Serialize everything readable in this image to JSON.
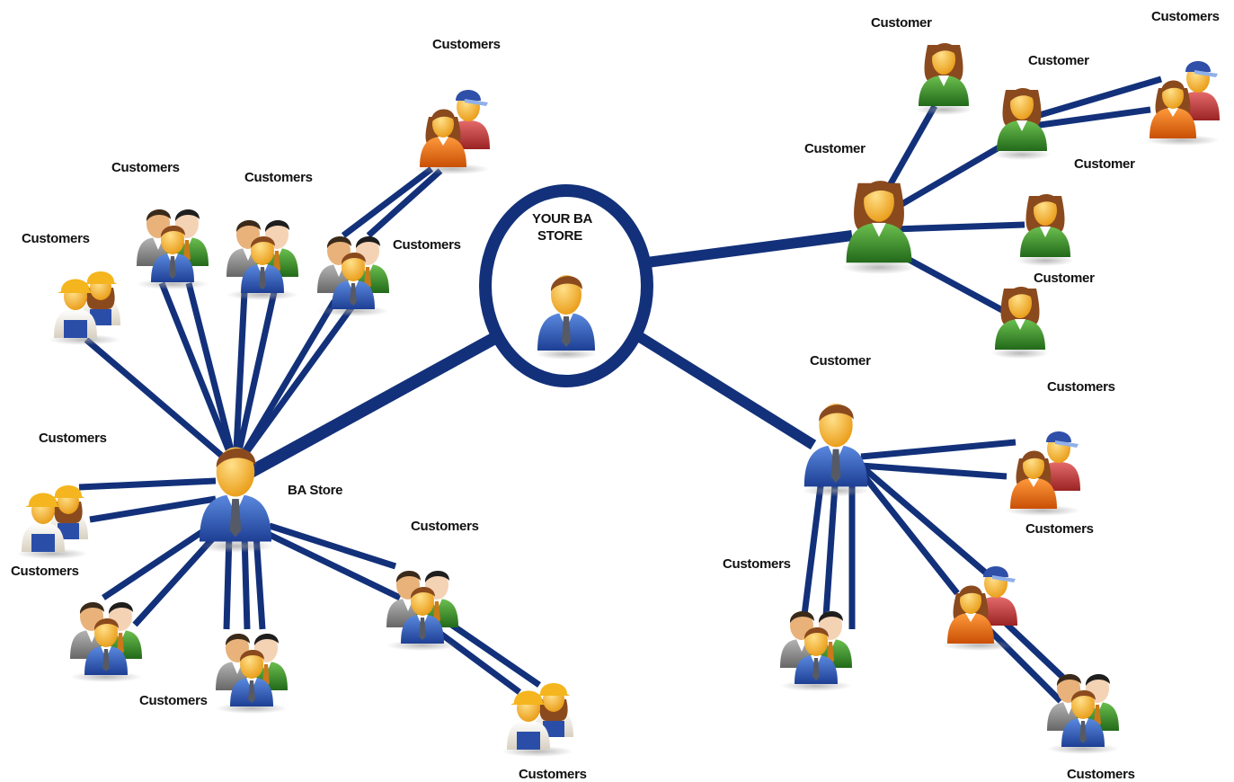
{
  "center": {
    "line1": "YOUR BA",
    "line2": "STORE"
  },
  "labels": {
    "ba_store": "BA Store",
    "customers": "Customers",
    "customer": "Customer"
  },
  "colors": {
    "line": "#13317a",
    "ring": "#13317a",
    "blue_suit": "#2857b8",
    "green": "#3c8f2c",
    "orange": "#e0670f",
    "red": "#c43d3d",
    "overalls": "#2a4ea8",
    "skin": "#f5b43a",
    "hair_brown": "#8a4a1e",
    "hair_black": "#2a2a2a",
    "hard_hat": "#f4b51e",
    "cap": "#2f4fa8"
  },
  "icons": {
    "business_person": "businessman-icon",
    "woman": "woman-customer-icon",
    "couple": "couple-icon",
    "workers": "workers-icon",
    "group": "group-icon"
  }
}
